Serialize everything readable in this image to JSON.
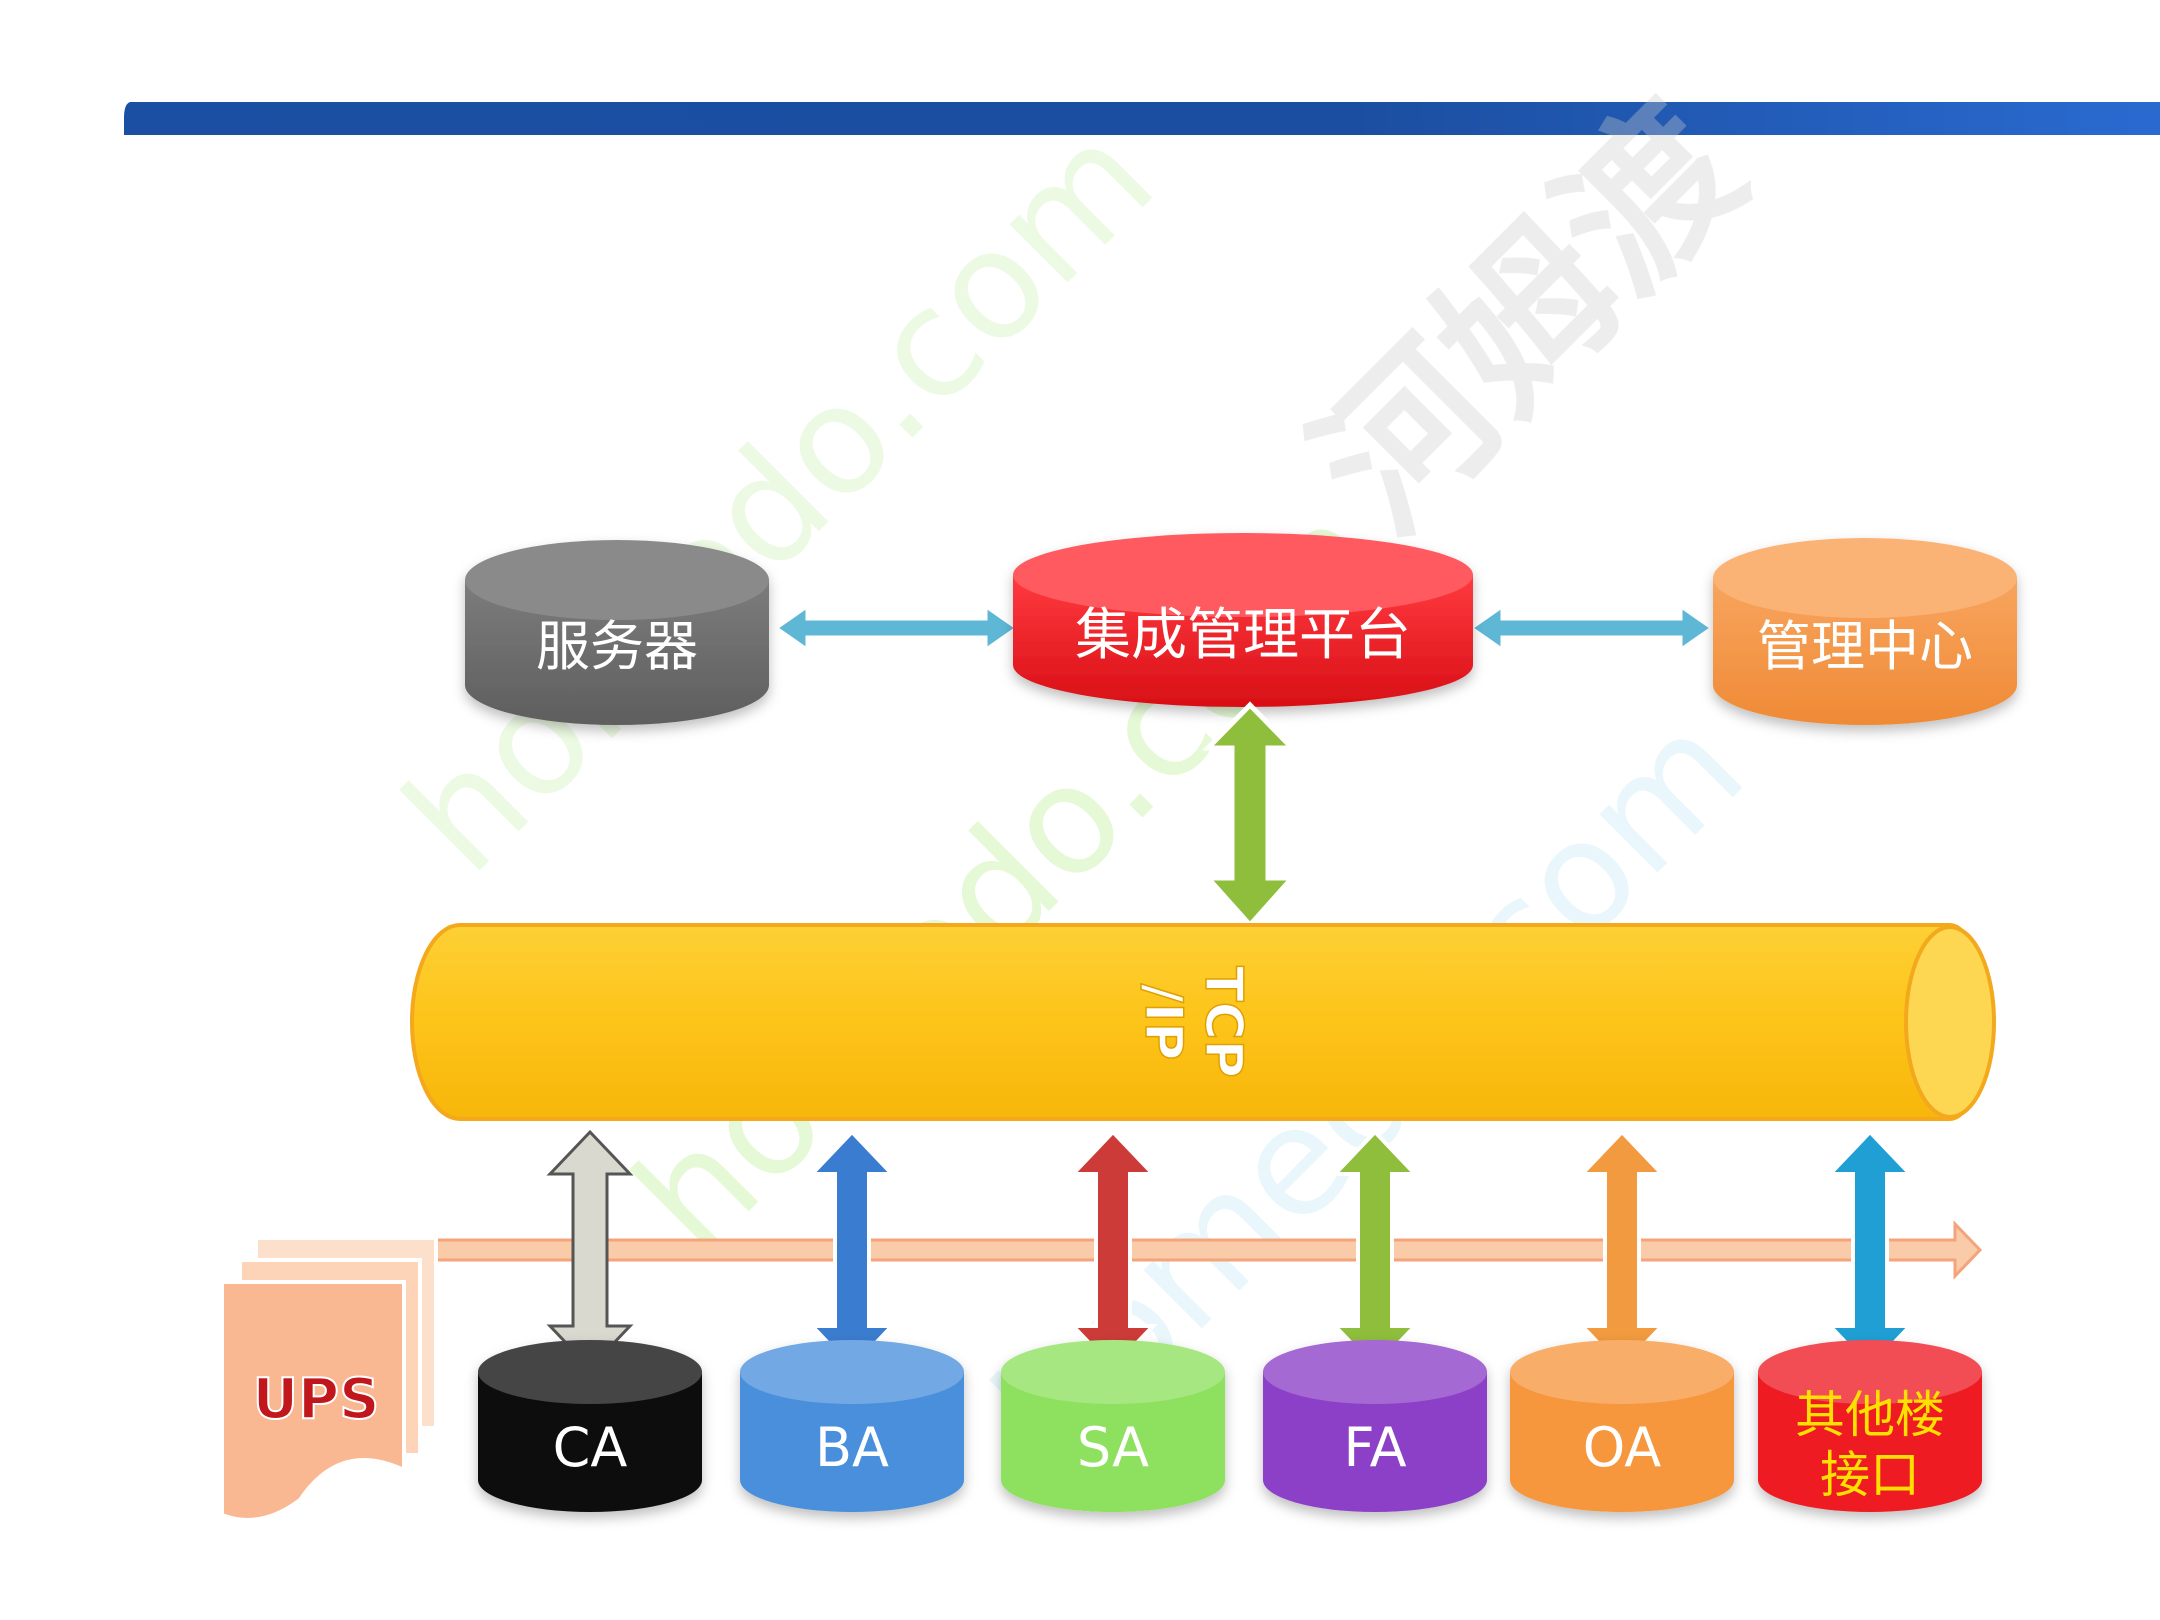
{
  "platform": {
    "label": "集成管理平台",
    "color": "#e8141b"
  },
  "server": {
    "label": "服务器",
    "color": "#6b6b6b"
  },
  "mgmt_center": {
    "label": "管理中心",
    "color": "#f59646"
  },
  "bus": {
    "label": "TCP\n/IP",
    "color": "#fdc419"
  },
  "ups": {
    "label": "UPS",
    "color": "#f9b892"
  },
  "systems": [
    {
      "label": "CA",
      "color": "#111111",
      "arrow_color": "#d9d9d0"
    },
    {
      "label": "BA",
      "color": "#4a8fdc",
      "arrow_color": "#3a7ccf"
    },
    {
      "label": "SA",
      "color": "#8ee05e",
      "arrow_color": "#cc3b38"
    },
    {
      "label": "FA",
      "color": "#8c3fc7",
      "arrow_color": "#8fbd3c"
    },
    {
      "label": "OA",
      "color": "#f6963d",
      "arrow_color": "#f29a3f"
    },
    {
      "label": "其他楼\n接口",
      "color": "#ee1c24",
      "arrow_color": "#1f9fd4",
      "label_color": "#ffe000"
    }
  ],
  "watermarks": [
    "homedo.com",
    "河姆渡",
    "homedo.com",
    "homedo.com"
  ]
}
